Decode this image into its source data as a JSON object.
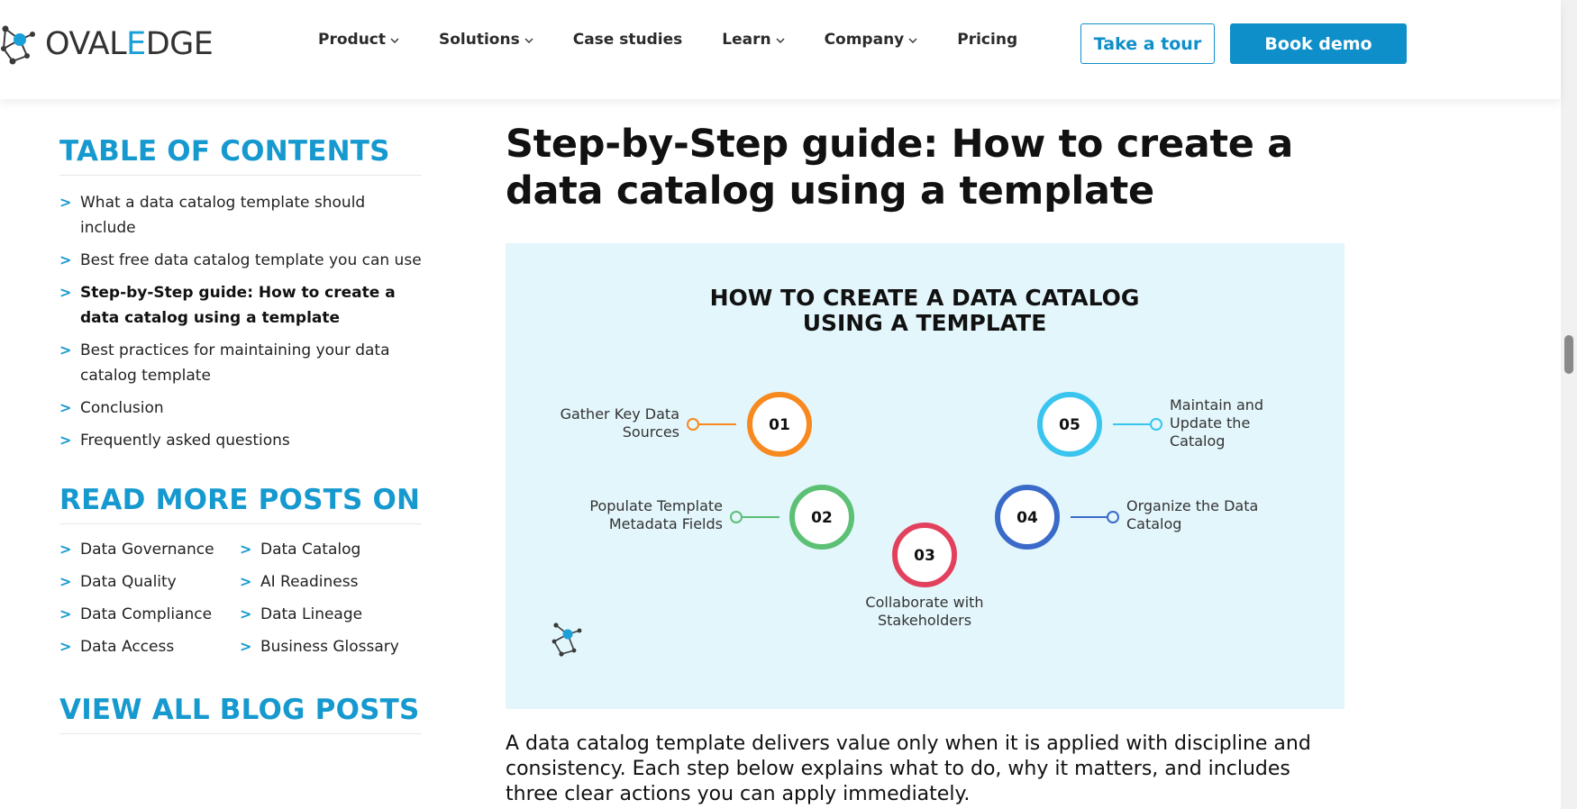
{
  "brand": {
    "name_part1": "OVAL",
    "name_e": "E",
    "name_part2": "DGE",
    "accent": "#1aa0d8"
  },
  "nav": {
    "items": [
      {
        "label": "Product",
        "dropdown": true
      },
      {
        "label": "Solutions",
        "dropdown": true
      },
      {
        "label": "Case studies",
        "dropdown": false
      },
      {
        "label": "Learn",
        "dropdown": true
      },
      {
        "label": "Company",
        "dropdown": true
      },
      {
        "label": "Pricing",
        "dropdown": false
      }
    ],
    "tour_label": "Take a tour",
    "demo_label": "Book demo"
  },
  "sidebar": {
    "toc_heading": "TABLE OF CONTENTS",
    "toc": [
      {
        "label": "What a data catalog template should include",
        "active": false
      },
      {
        "label": "Best free data catalog template you can use",
        "active": false
      },
      {
        "label": "Step-by-Step guide: How to create a data catalog using a template",
        "active": true
      },
      {
        "label": "Best practices for maintaining your data catalog template",
        "active": false
      },
      {
        "label": "Conclusion",
        "active": false
      },
      {
        "label": "Frequently asked questions",
        "active": false
      }
    ],
    "posts_heading": "READ MORE POSTS ON",
    "posts": [
      "Data Governance",
      "Data Catalog",
      "Data Quality",
      "AI Readiness",
      "Data Compliance",
      "Data Lineage",
      "Data Access",
      "Business Glossary"
    ],
    "view_all": "VIEW ALL BLOG POSTS"
  },
  "article": {
    "title": "Step-by-Step guide: How to create a data catalog using a template",
    "body": "A data catalog template delivers value only when it is applied with discipline and consistency. Each step below explains what to do, why it matters, and includes three clear actions you can apply immediately."
  },
  "infographic": {
    "title_line1": "HOW TO CREATE A DATA CATALOG",
    "title_line2": "USING A TEMPLATE",
    "steps": [
      {
        "num": "01",
        "label_lines": [
          "Gather Key Data",
          "Sources"
        ],
        "color": "#f7891f"
      },
      {
        "num": "02",
        "label_lines": [
          "Populate Template",
          "Metadata Fields"
        ],
        "color": "#5cc075"
      },
      {
        "num": "03",
        "label_lines": [
          "Collaborate with",
          "Stakeholders"
        ],
        "color": "#e2405d"
      },
      {
        "num": "04",
        "label_lines": [
          "Organize the Data",
          "Catalog"
        ],
        "color": "#3a6bc9"
      },
      {
        "num": "05",
        "label_lines": [
          "Maintain and",
          "Update the",
          "Catalog"
        ],
        "color": "#3ac5ee"
      }
    ]
  }
}
